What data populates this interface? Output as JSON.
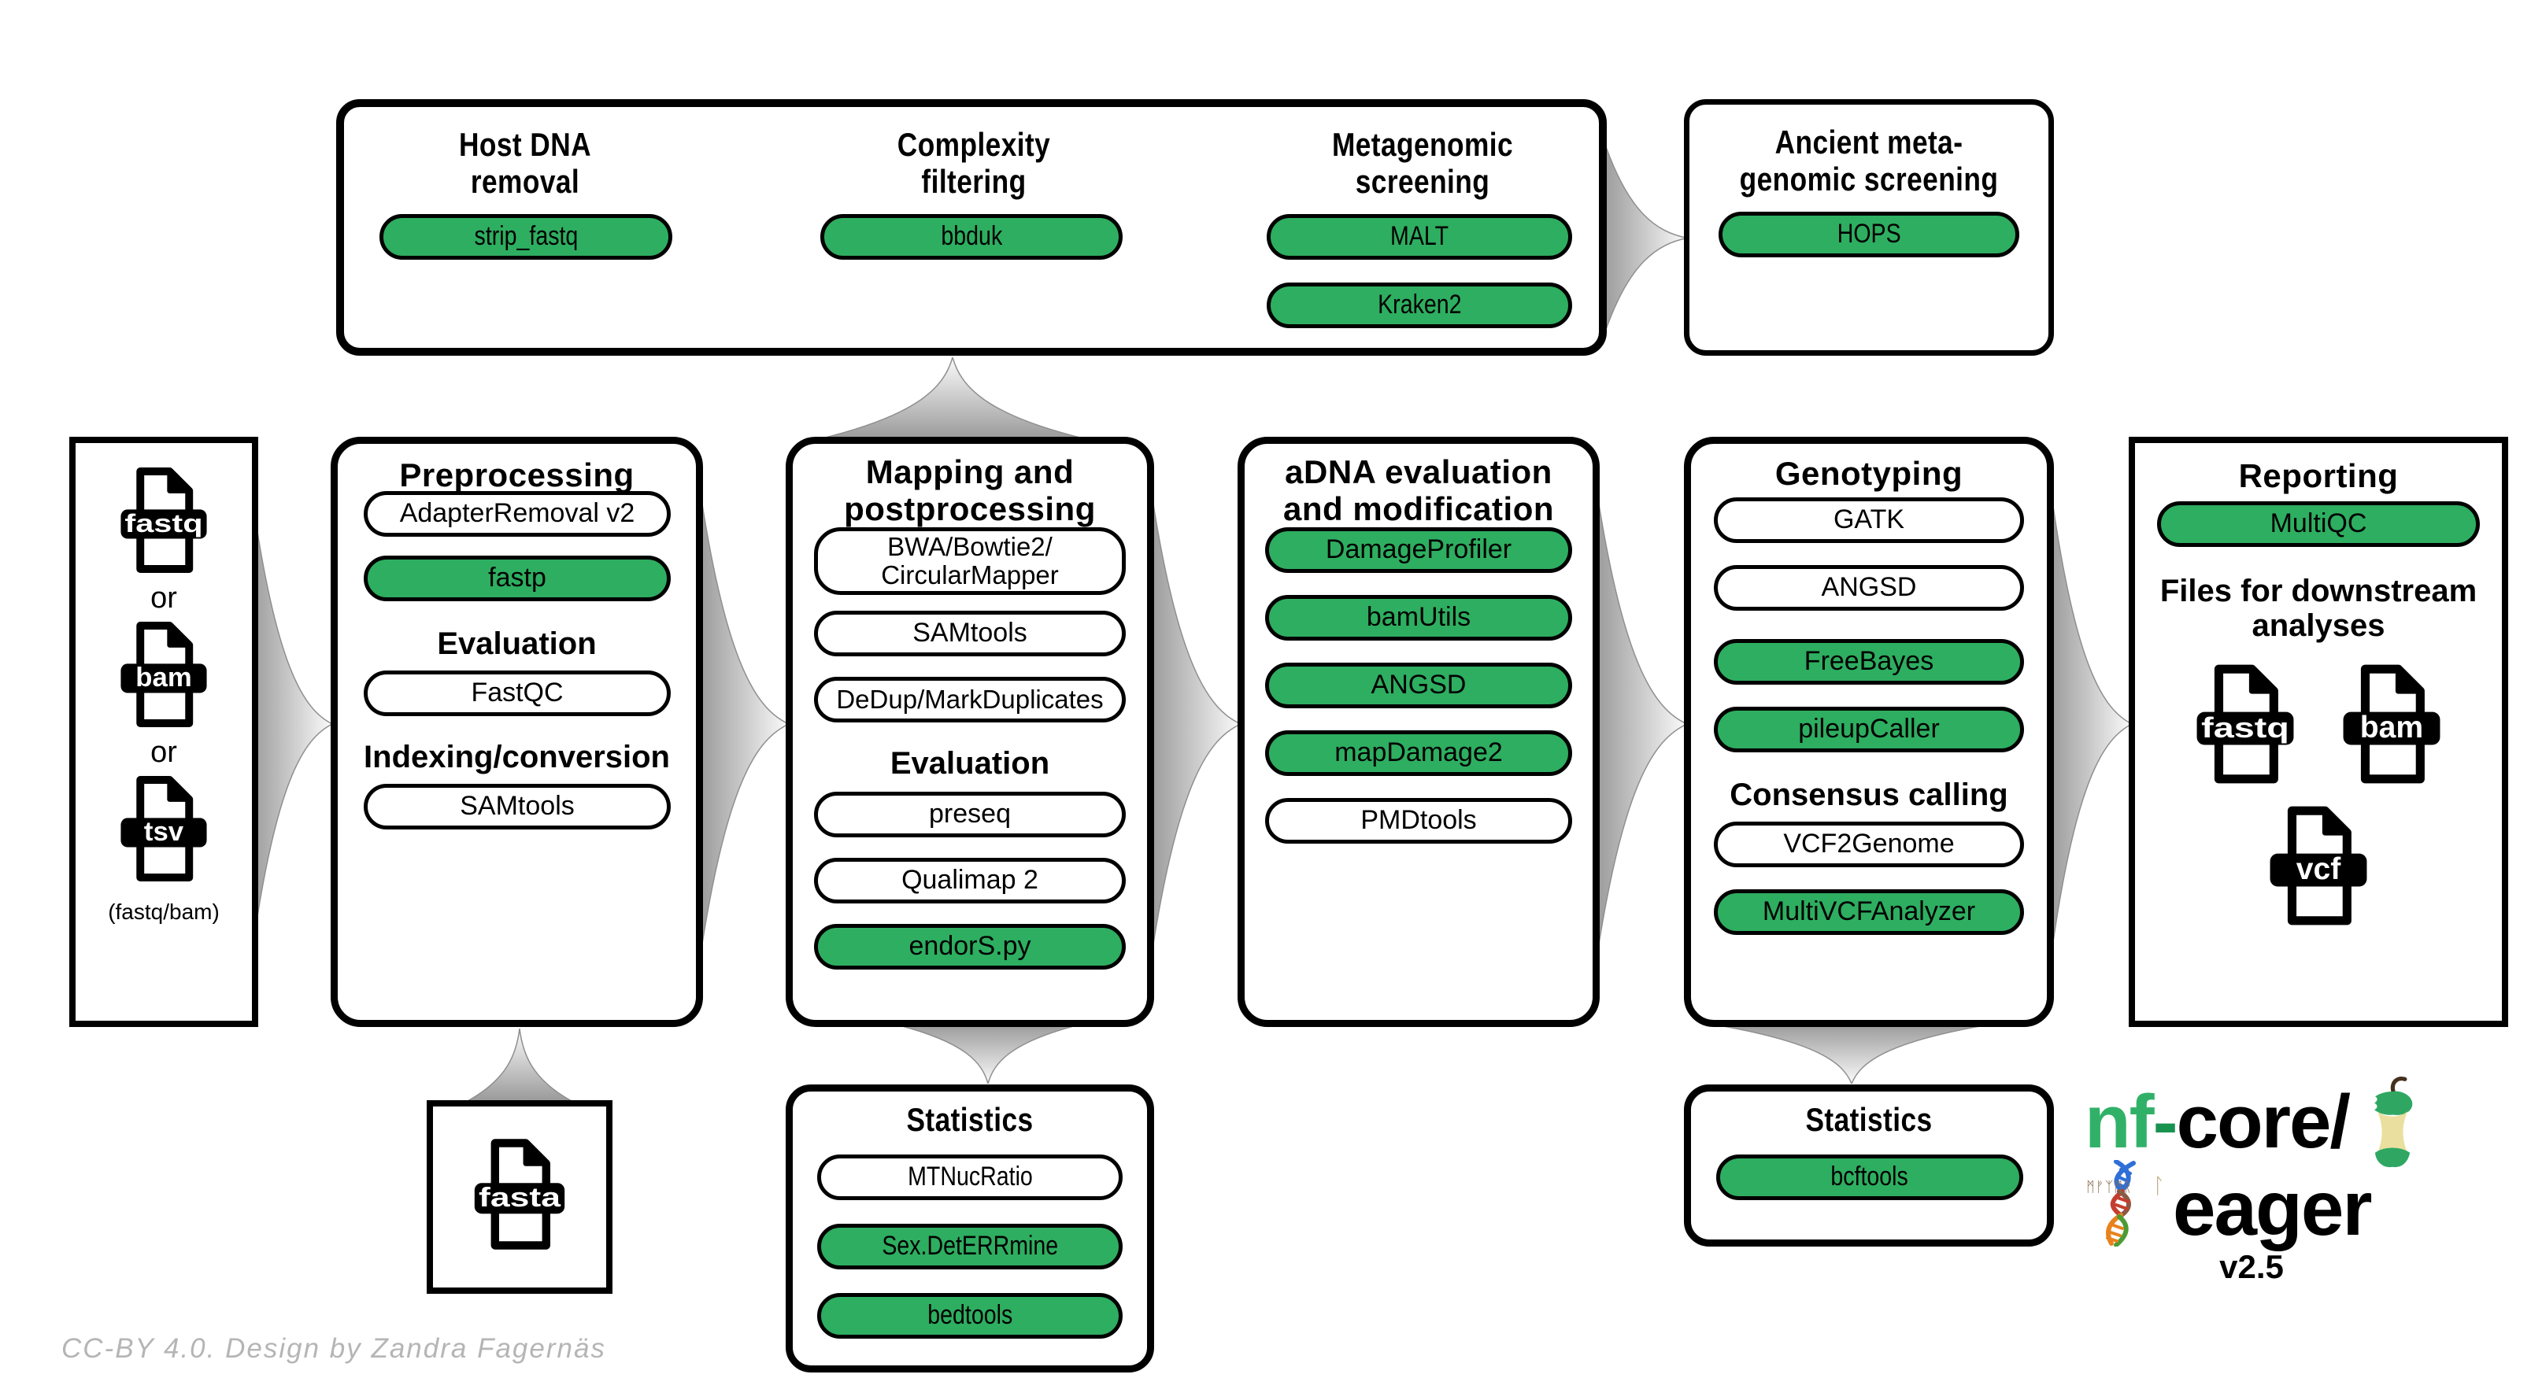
{
  "colors": {
    "green": "#2eae60",
    "logo_green": "#31b168",
    "arrow_dark": "#9a9a9a",
    "arrow_light": "#fbfbfb",
    "apple_cream": "#eadf9e",
    "stem_brown": "#45311f"
  },
  "top": {
    "host": {
      "title": "Host DNA\nremoval",
      "pill": "strip_fastq",
      "state": "green"
    },
    "complexity": {
      "title": "Complexity\nfiltering",
      "pill": "bbduk",
      "state": "green"
    },
    "metagenomic": {
      "title": "Metagenomic\nscreening",
      "pill1": "MALT",
      "pill2": "Kraken2",
      "state": "green"
    },
    "ancient": {
      "title": "Ancient meta-\ngenomic screening",
      "pill": "HOPS",
      "state": "green"
    }
  },
  "input": {
    "file1": "fastq",
    "or1": "or",
    "file2": "bam",
    "or2": "or",
    "file3": "tsv",
    "caption": "(fastq/bam)"
  },
  "preprocessing": {
    "title": "Preprocessing",
    "adapterremoval": "AdapterRemoval v2",
    "fastp": "fastp",
    "h_evaluation": "Evaluation",
    "fastqc": "FastQC",
    "h_indexing": "Indexing/conversion",
    "samtools": "SAMtools"
  },
  "mapping": {
    "title": "Mapping and\npostprocessing",
    "bwa": "BWA/Bowtie2/\nCircularMapper",
    "samtools": "SAMtools",
    "dedup": "DeDup/MarkDuplicates",
    "h_evaluation": "Evaluation",
    "preseq": "preseq",
    "qualimap": "Qualimap 2",
    "endors": "endorS.py"
  },
  "adna": {
    "title": "aDNA evaluation\nand modification",
    "damageprofiler": "DamageProfiler",
    "bamutils": "bamUtils",
    "angsd": "ANGSD",
    "mapdamage": "mapDamage2",
    "pmdtools": "PMDtools"
  },
  "genotyping": {
    "title": "Genotyping",
    "gatk": "GATK",
    "angsd": "ANGSD",
    "freebayes": "FreeBayes",
    "pileupcaller": "pileupCaller",
    "h_consensus": "Consensus calling",
    "vcf2genome": "VCF2Genome",
    "multivcfanalyzer": "MultiVCFAnalyzer"
  },
  "reporting": {
    "title": "Reporting",
    "multiqc": "MultiQC",
    "h_files": "Files for downstream\nanalyses",
    "file1": "fastq",
    "file2": "bam",
    "file3": "vcf"
  },
  "fasta": {
    "file": "fasta"
  },
  "stats_mapping": {
    "title": "Statistics",
    "mtnucratio": "MTNucRatio",
    "sexdeterrmine": "Sex.DetERRmine",
    "bedtools": "bedtools"
  },
  "stats_genotyping": {
    "title": "Statistics",
    "bcftools": "bcftools"
  },
  "logo": {
    "nf": "nf",
    "dash": "-",
    "core": "core/",
    "name": "eager",
    "version": "v2.5",
    "runes": "ᛗᚠᛉᛗᚱ",
    "rune_l": "ᛚ"
  },
  "credit": "CC-BY 4.0. Design by Zandra Fagernäs"
}
